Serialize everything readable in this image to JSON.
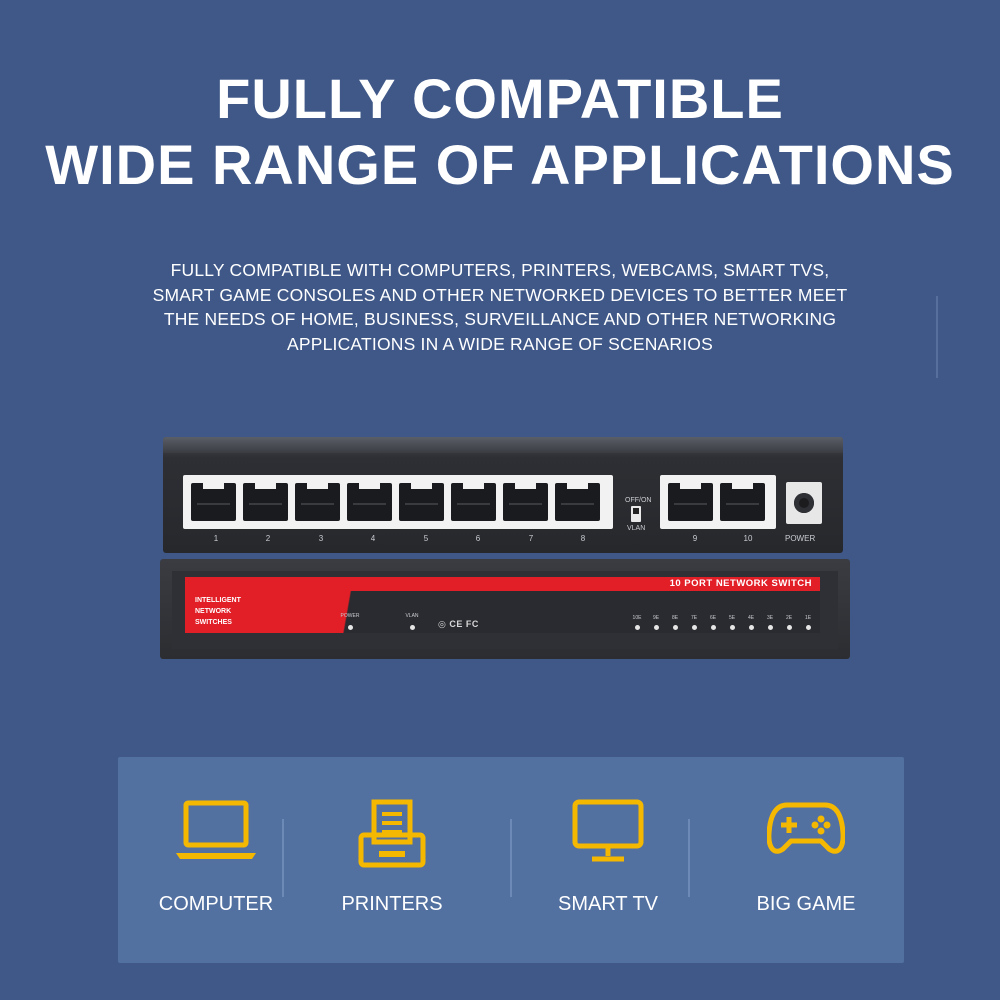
{
  "headline": {
    "line1": "FULLY COMPATIBLE",
    "line2": "WIDE RANGE OF APPLICATIONS"
  },
  "description": {
    "lines": [
      "FULLY COMPATIBLE WITH COMPUTERS, PRINTERS, WEBCAMS, SMART TVS,",
      "SMART GAME CONSOLES AND OTHER NETWORKED DEVICES TO BETTER MEET",
      "THE NEEDS OF HOME, BUSINESS, SURVEILLANCE AND OTHER NETWORKING",
      "APPLICATIONS IN A WIDE RANGE OF SCENARIOS"
    ]
  },
  "device": {
    "ports": [
      "1",
      "2",
      "3",
      "4",
      "5",
      "6",
      "7",
      "8",
      "9",
      "10"
    ],
    "vlan_toggle_top": "OFF/ON",
    "vlan_toggle_bottom": "VLAN",
    "power_jack_label": "POWER",
    "front_title": "10 PORT NETWORK SWITCH",
    "brand_lines": [
      "INTELLIGENT",
      "NETWORK",
      "SWITCHES"
    ],
    "power_led_label": "POWER",
    "vlan_led_label": "VLAN",
    "certifications": "◎ CE FC",
    "port_leds": [
      "10E",
      "9E",
      "8E",
      "7E",
      "6E",
      "5E",
      "4E",
      "3E",
      "2E",
      "1E"
    ]
  },
  "colors": {
    "background": "#3f5888",
    "panel": "#5270a0",
    "icon_accent": "#f5b800",
    "switch_red": "#e21e27"
  },
  "applications": [
    {
      "label": "COMPUTER",
      "icon": "laptop-icon"
    },
    {
      "label": "PRINTERS",
      "icon": "printer-icon"
    },
    {
      "label": "SMART TV",
      "icon": "monitor-icon"
    },
    {
      "label": "BIG GAME",
      "icon": "gamepad-icon"
    }
  ]
}
